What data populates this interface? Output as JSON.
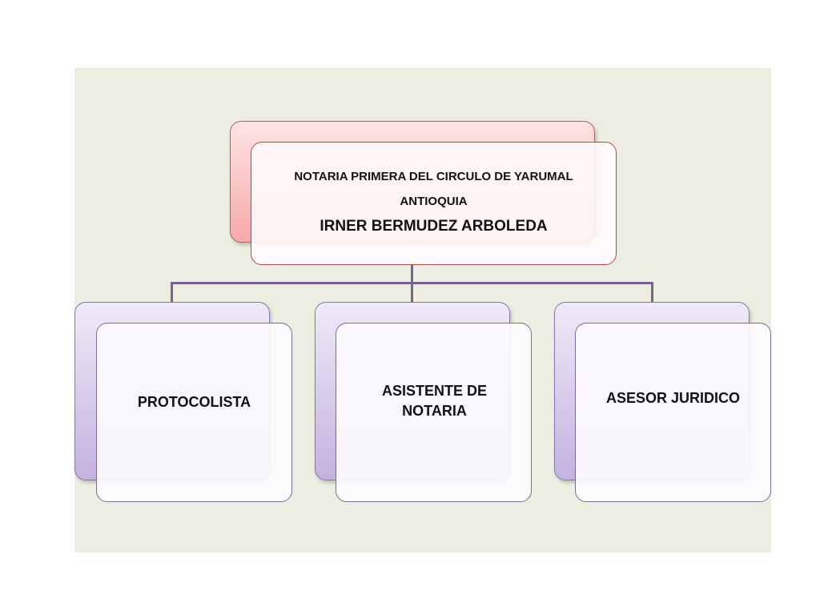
{
  "root": {
    "line1": "NOTARIA PRIMERA DEL CIRCULO DE YARUMAL",
    "line2": "ANTIOQUIA",
    "name": "IRNER BERMUDEZ ARBOLEDA"
  },
  "children": [
    {
      "label": "PROTOCOLISTA"
    },
    {
      "label": "ASISTENTE DE NOTARIA"
    },
    {
      "label": "ASESOR JURIDICO"
    }
  ],
  "colors": {
    "background": "#ebeee0",
    "root_accent": "#f7a9a9",
    "child_accent": "#c3b2df",
    "connector": "#7a5f99"
  }
}
